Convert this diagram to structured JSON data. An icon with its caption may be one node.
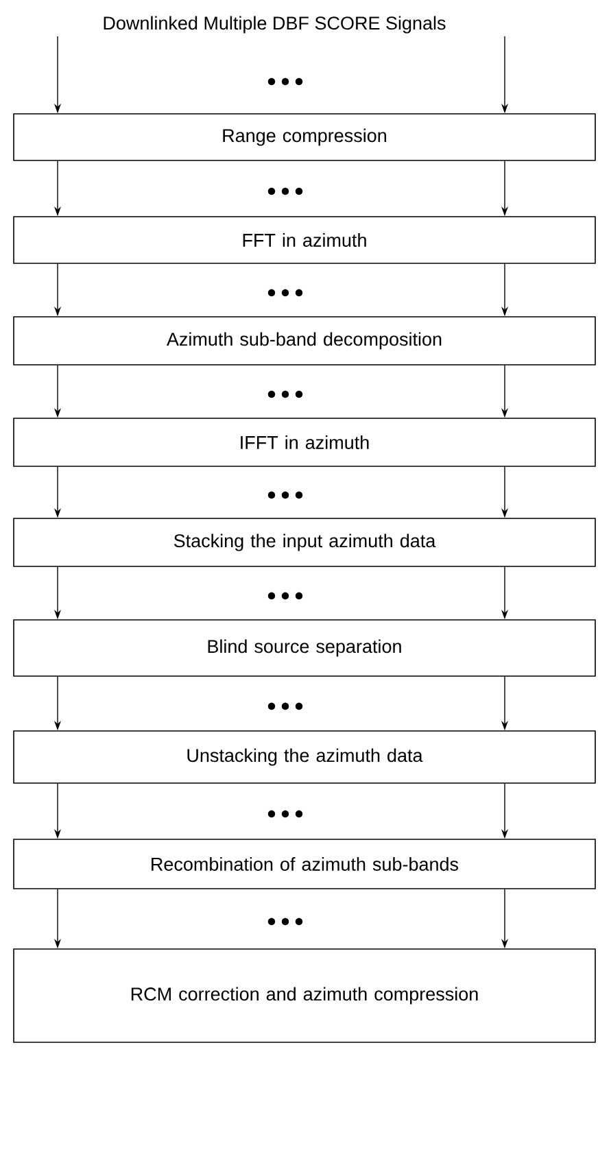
{
  "diagram": {
    "nodes": [
      {
        "text": [
          "Downlinked Multiple DBF SCORE Signals"
        ]
      },
      {
        "text": [
          "Range compression"
        ]
      },
      {
        "text": [
          "FFT in azimuth"
        ]
      },
      {
        "text": [
          "Azimuth sub-band decomposition"
        ]
      },
      {
        "text": [
          "IFFT in azimuth"
        ]
      },
      {
        "text": [
          "Stacking the input azimuth data"
        ]
      },
      {
        "text": [
          "Blind source separation"
        ]
      },
      {
        "text": [
          "Unstacking the azimuth data"
        ]
      },
      {
        "text": [
          "Recombination of azimuth sub-bands"
        ]
      },
      {
        "text": [
          "RCM correction and azimuth compression"
        ]
      }
    ],
    "edges": [
      {
        "from": 0,
        "to": 1,
        "arrow": "to"
      },
      {
        "from": 0,
        "to": 1,
        "arrow": "to"
      },
      {
        "from": 1,
        "to": 2,
        "arrow": "to"
      },
      {
        "from": 1,
        "to": 2,
        "arrow": "to"
      },
      {
        "from": 2,
        "to": 3,
        "arrow": "to"
      },
      {
        "from": 2,
        "to": 3,
        "arrow": "to"
      },
      {
        "from": 3,
        "to": 4,
        "arrow": "to"
      },
      {
        "from": 3,
        "to": 4,
        "arrow": "to"
      },
      {
        "from": 4,
        "to": 5,
        "arrow": "to"
      },
      {
        "from": 4,
        "to": 5,
        "arrow": "to"
      },
      {
        "from": 5,
        "to": 6,
        "arrow": "to"
      },
      {
        "from": 5,
        "to": 6,
        "arrow": "to"
      },
      {
        "from": 6,
        "to": 7,
        "arrow": "to"
      },
      {
        "from": 6,
        "to": 7,
        "arrow": "to"
      },
      {
        "from": 7,
        "to": 8,
        "arrow": "to"
      },
      {
        "from": 7,
        "to": 8,
        "arrow": "to"
      },
      {
        "from": 8,
        "to": 9,
        "arrow": "to"
      },
      {
        "from": 8,
        "to": 9,
        "arrow": "to"
      }
    ]
  }
}
